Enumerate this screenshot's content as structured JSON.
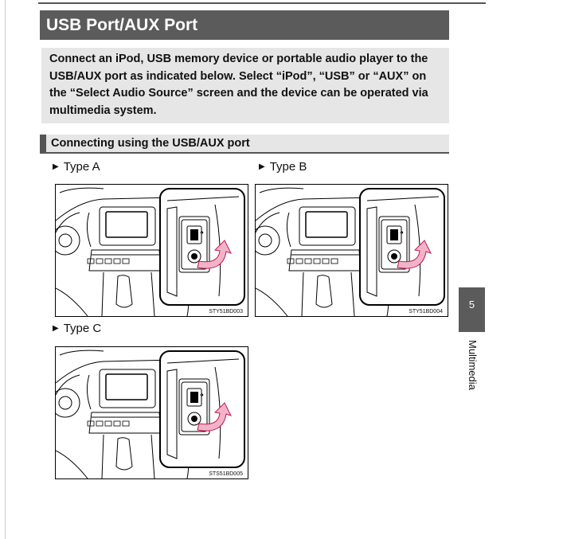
{
  "page": {
    "title": "USB Port/AUX Port",
    "intro": "Connect an iPod, USB memory device or portable audio player to the USB/AUX port as indicated below. Select “iPod”, “USB” or “AUX” on the “Select Audio Source” screen and the device can be operated via multimedia system.",
    "section_heading": "Connecting using the USB/AUX port"
  },
  "figures": [
    {
      "label": "Type A",
      "code": "STY51BD003"
    },
    {
      "label": "Type B",
      "code": "STY51BD004"
    },
    {
      "label": "Type C",
      "code": "STS51BD005"
    }
  ],
  "side_tab": {
    "number": "5",
    "label": "Multimedia"
  },
  "icons": {
    "bullet": "triangle-right-icon",
    "usb": "usb-icon",
    "aux": "aux-jack-icon",
    "arrow": "curved-arrow-icon"
  },
  "colors": {
    "header_bg": "#5b5b5b",
    "box_bg": "#e6e6e6",
    "arrow_fill": "#f3b3c6",
    "arrow_stroke": "#c2185b"
  }
}
